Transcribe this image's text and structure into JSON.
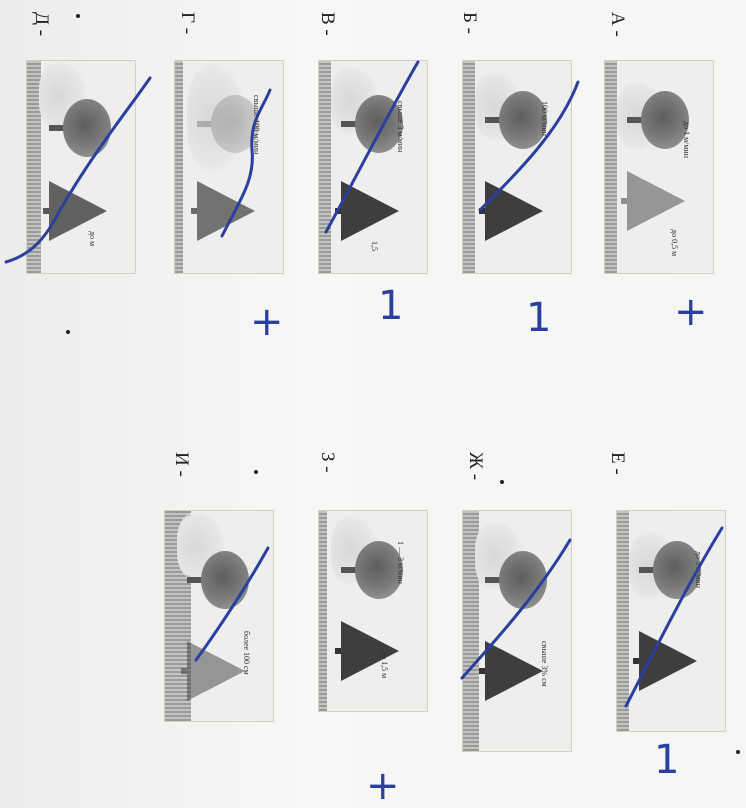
{
  "panels": [
    {
      "id": "a",
      "label": "А -",
      "text": "до 1 м/мин",
      "extra": "до 0,5 м"
    },
    {
      "id": "b",
      "label": "Б -",
      "text": "100 м/мин"
    },
    {
      "id": "v",
      "label": "В -",
      "text": "свыше 3 м/мин",
      "extra": "1,5"
    },
    {
      "id": "g",
      "label": "Г -",
      "text": "свыше 100 м/мин"
    },
    {
      "id": "d",
      "label": "Д -",
      "text": "до м"
    },
    {
      "id": "e",
      "label": "Е -",
      "text": "до 3 м/мин"
    },
    {
      "id": "zh",
      "label": "Ж -",
      "text": "свыше 3% см"
    },
    {
      "id": "z",
      "label": "З -",
      "text": "1 — 3 м/мин",
      "extra": "до 1,5 м"
    },
    {
      "id": "i",
      "label": "И -",
      "text": "более 100 см"
    }
  ],
  "marks": {
    "a": "+",
    "b": "1",
    "v": "1",
    "g": "+",
    "e": "1",
    "z": "+"
  },
  "ink_color": "#2a3f9e"
}
